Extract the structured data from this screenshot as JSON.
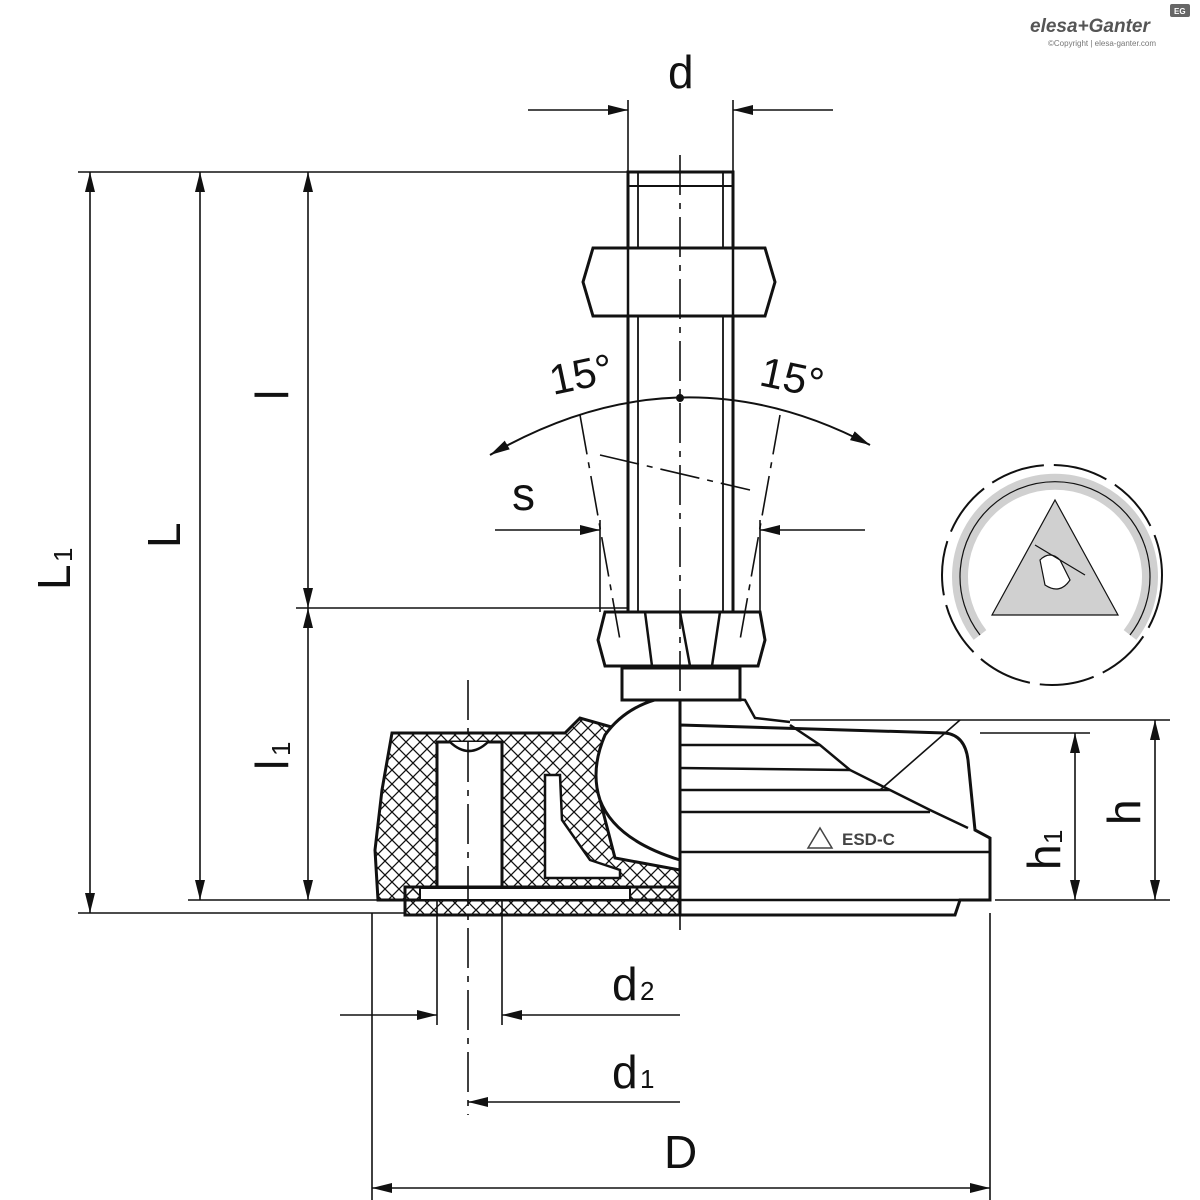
{
  "brand": {
    "logo_text": "elesa+Ganter",
    "badge": "EG",
    "copyright": "©Copyright | elesa-ganter.com"
  },
  "dimensions": {
    "d": "d",
    "L1": "L",
    "L1_sub": "1",
    "L": "L",
    "l": "l",
    "l1": "l",
    "l1_sub": "1",
    "s": "s",
    "angle_left": "15°",
    "angle_right": "15°",
    "h": "h",
    "h1": "h",
    "h1_sub": "1",
    "d2": "d",
    "d2_sub": "2",
    "d1": "d",
    "d1_sub": "1",
    "D": "D"
  },
  "marking": {
    "esd_label": "ESD-C"
  },
  "icons": {
    "esd_symbol": "esd-warning-icon"
  },
  "colors": {
    "line": "#111111",
    "esd_gray": "#d0d0d0"
  }
}
